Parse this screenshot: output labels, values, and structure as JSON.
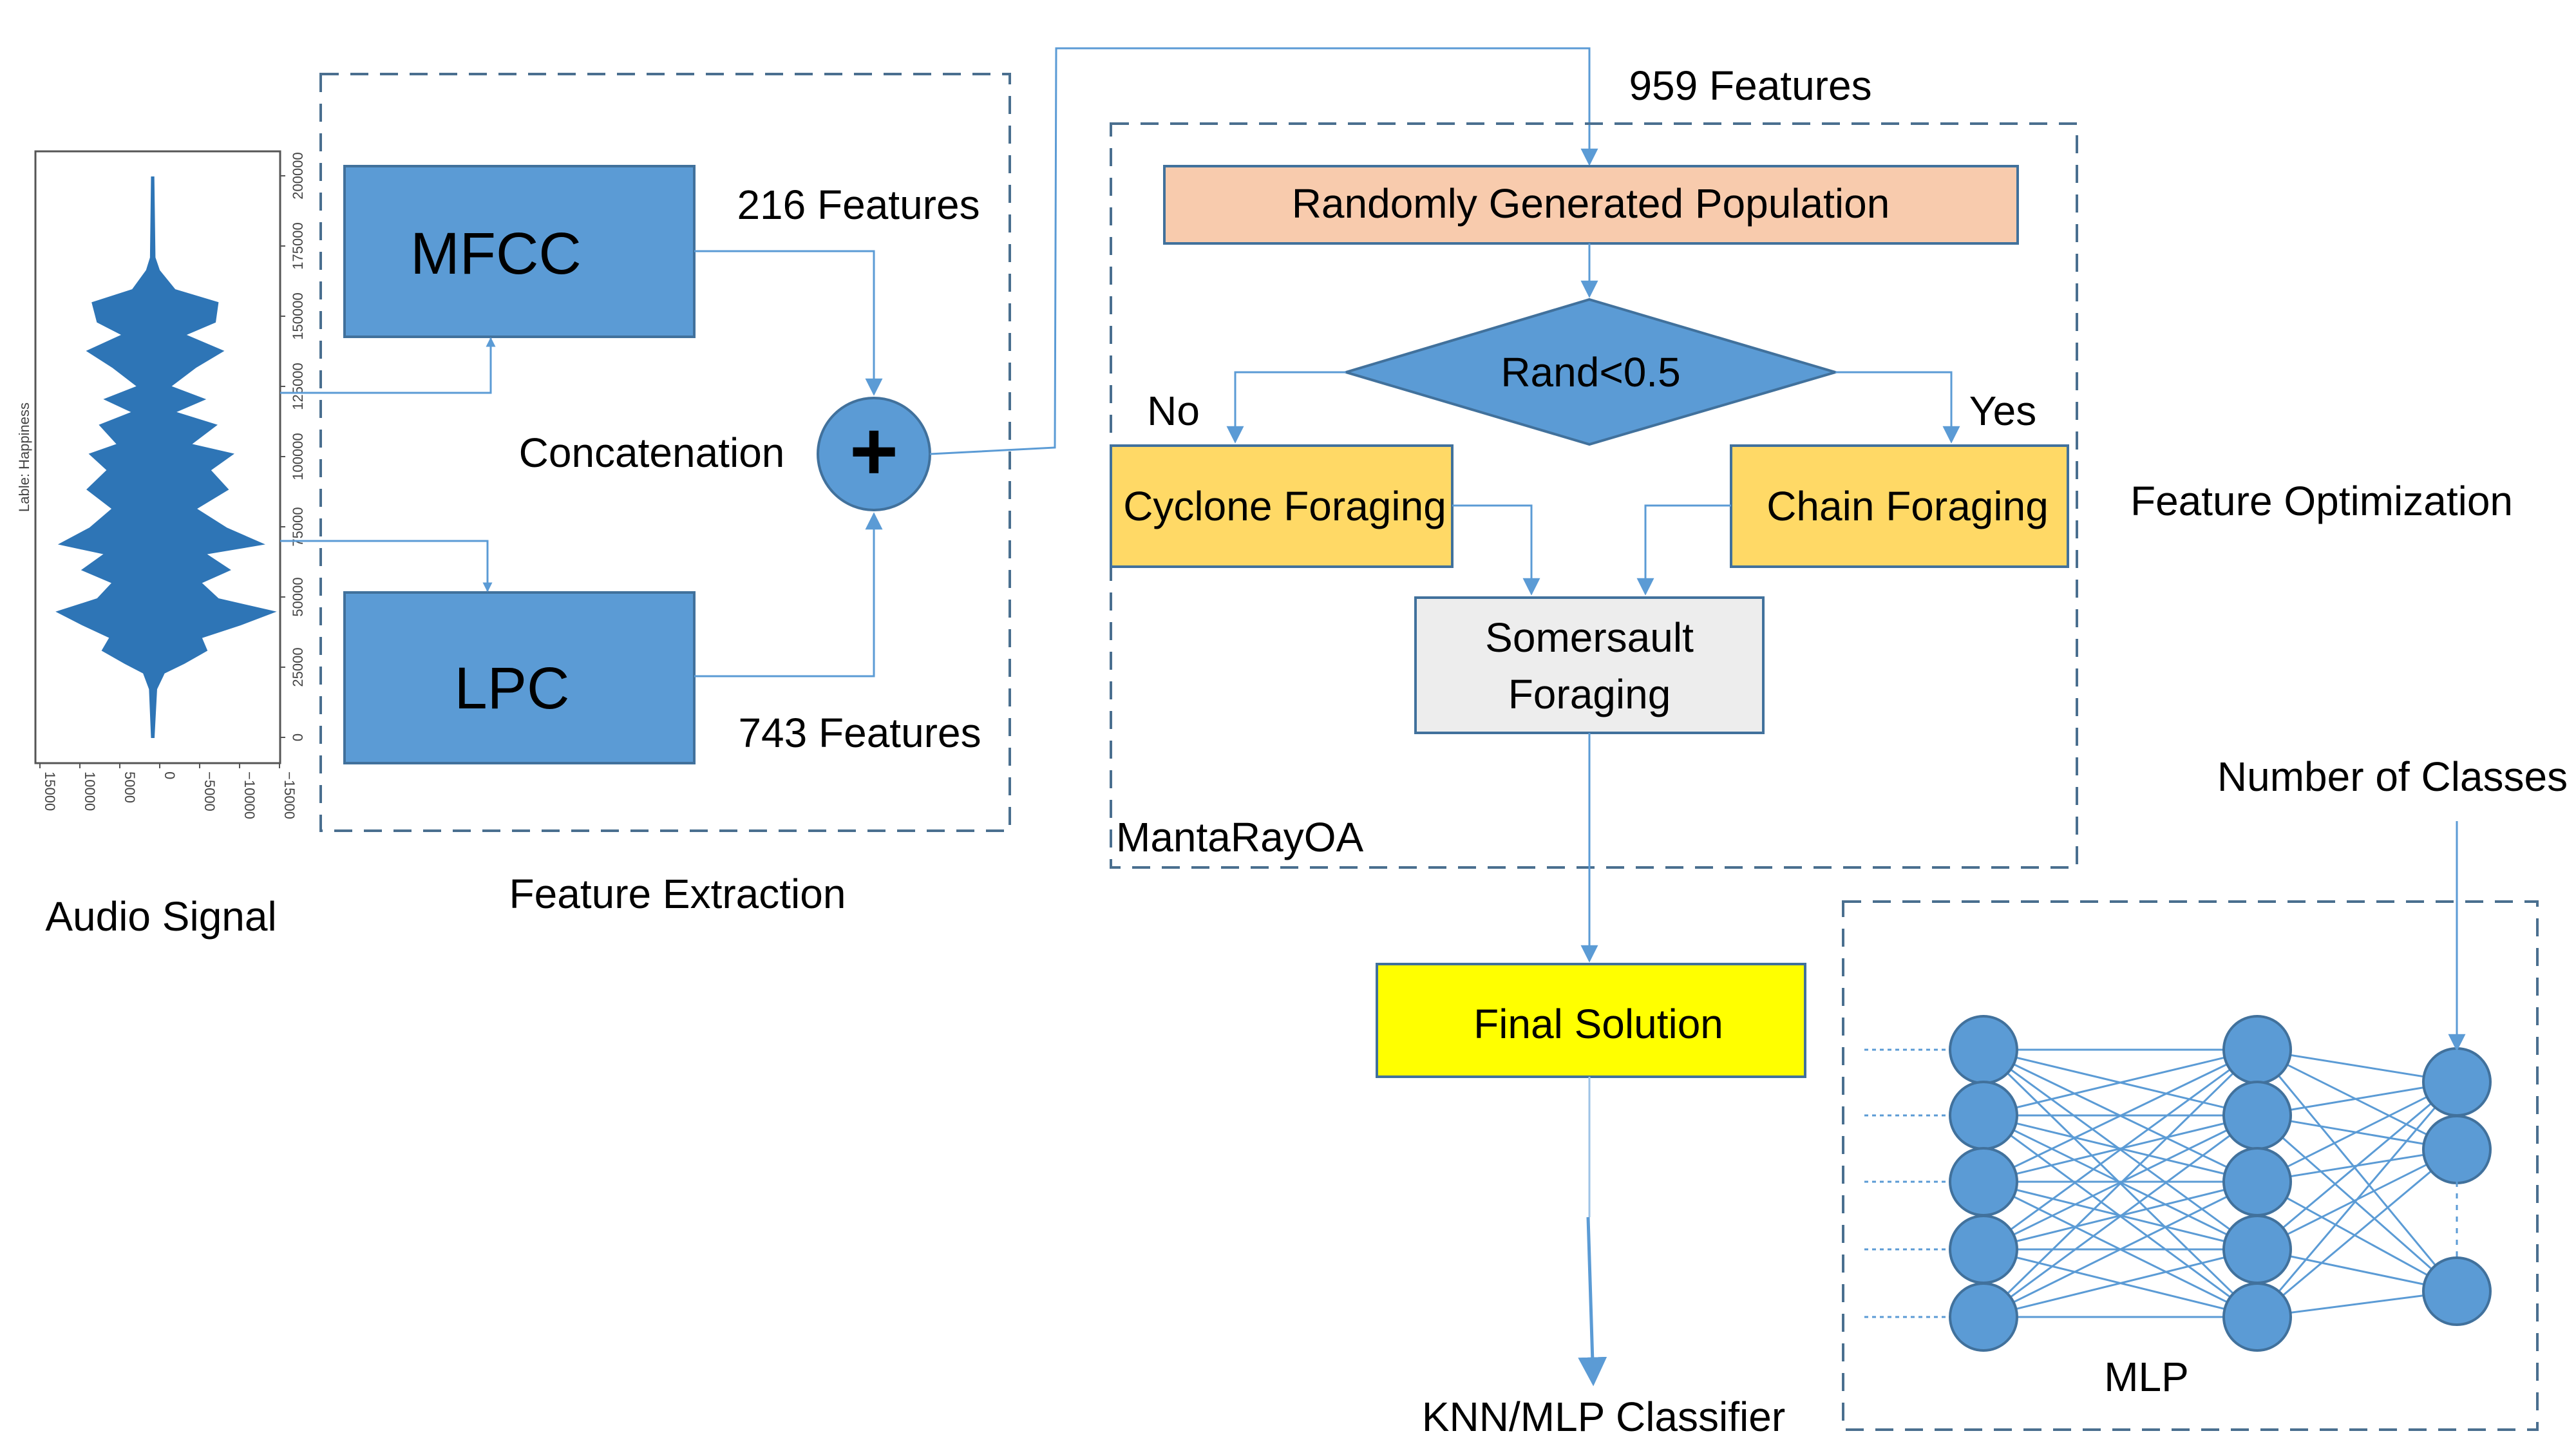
{
  "audio": {
    "ylabel": "Lable: Happiness",
    "caption": "Audio Signal",
    "time_ticks": [
      "0",
      "25000",
      "50000",
      "75000",
      "100000",
      "125000",
      "150000",
      "175000",
      "200000"
    ],
    "amp_ticks": [
      "15000",
      "10000",
      "5000",
      "0",
      "−5000",
      "−10000",
      "−15000"
    ]
  },
  "feature_extraction": {
    "title": "Feature Extraction",
    "mfcc_label": "MFCC",
    "lpc_label": "LPC",
    "mfcc_features": "216 Features",
    "lpc_features": "743 Features",
    "concat_label": "Concatenation",
    "concat_symbol": "+"
  },
  "optimization": {
    "input_features": "959 Features",
    "title": "Feature Optimization",
    "algorithm_label": "MantaRayOA",
    "population": "Randomly Generated Population",
    "decision": "Rand<0.5",
    "no_label": "No",
    "yes_label": "Yes",
    "cyclone": "Cyclone Foraging",
    "chain": "Chain Foraging",
    "somersault_line1": "Somersault",
    "somersault_line2": "Foraging"
  },
  "final_solution": "Final Solution",
  "classifier": "KNN/MLP Classifier",
  "mlp": {
    "title": "MLP",
    "classes_label": "Number of Classes"
  },
  "colors": {
    "box_blue": "#5b9bd5",
    "box_border": "#41719c",
    "population_fill": "#f8cbad",
    "foraging_fill": "#ffd966",
    "somersault_fill": "#ededed",
    "final_fill": "#ffff00",
    "dashed_border": "#4a6f8f",
    "waveform": "#2e75b6"
  },
  "icons": [
    "plus-icon",
    "arrow-icon"
  ]
}
